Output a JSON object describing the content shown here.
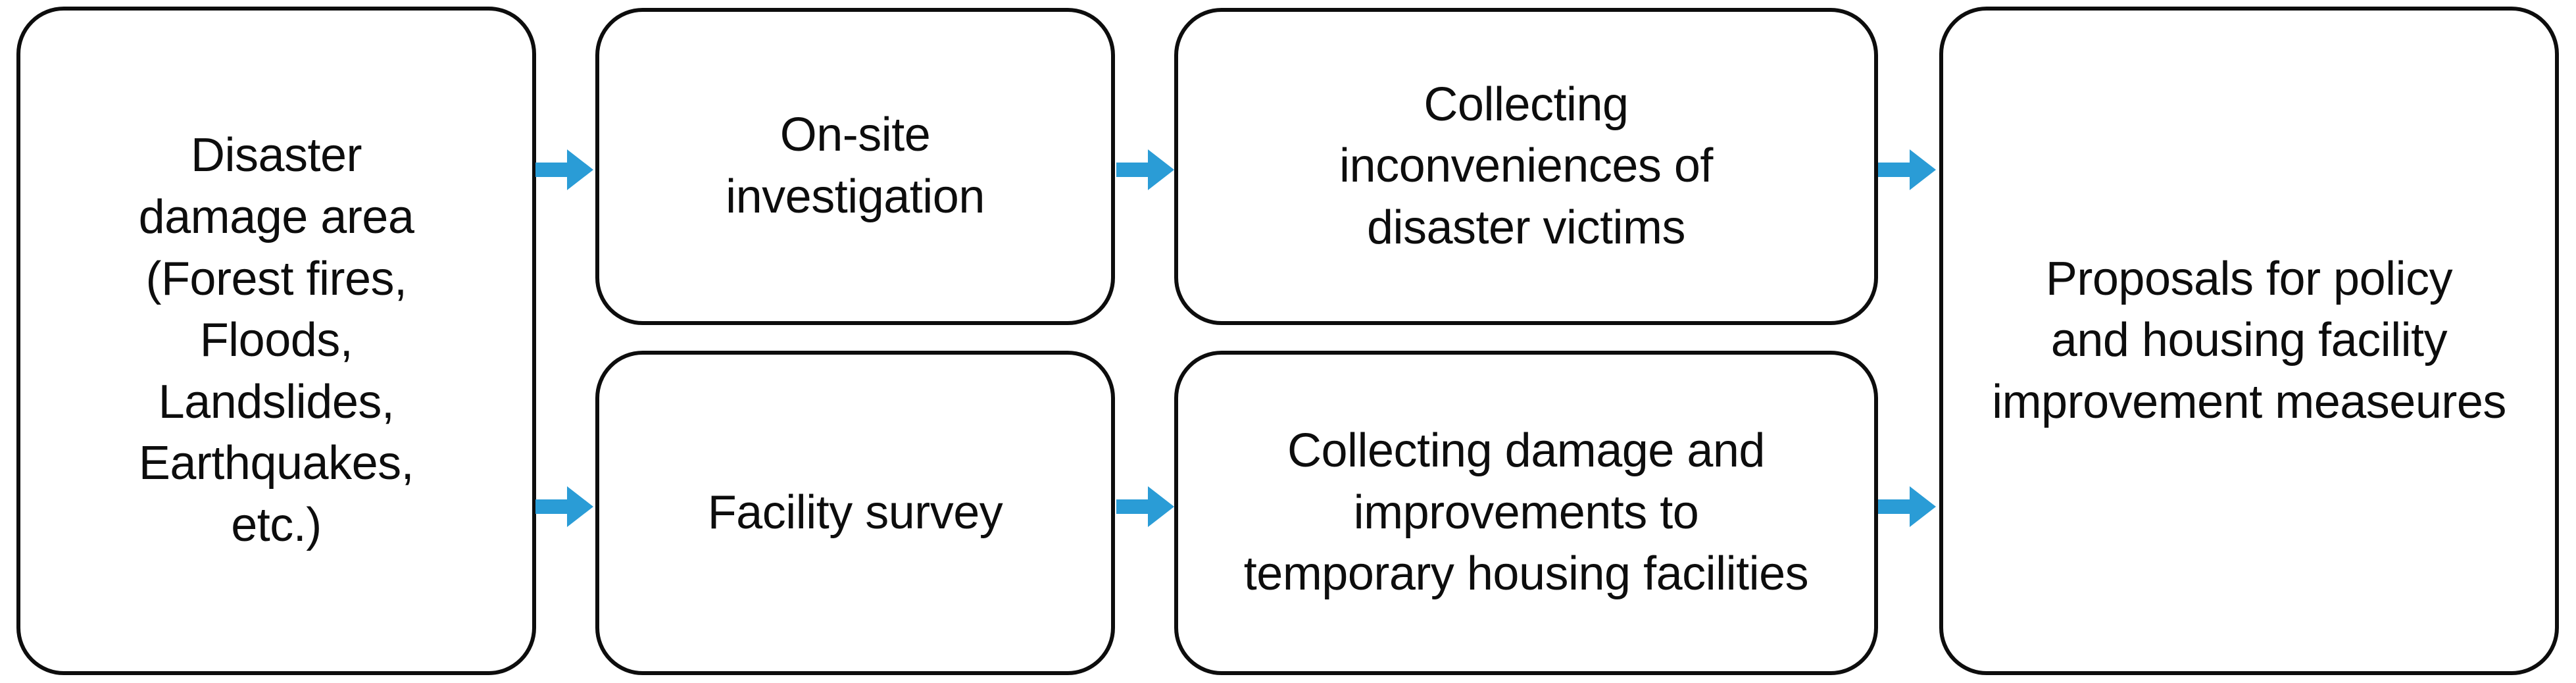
{
  "diagram": {
    "type": "flowchart",
    "orientation": "left-to-right",
    "background_color": "#ffffff",
    "box_border_color": "#0d0d0d",
    "box_fill_color": "#ffffff",
    "arrow_color": "#2a9cd6",
    "text_color": "#0d0d0d"
  },
  "boxes": [
    {
      "id": "disaster-area",
      "label": "Disaster\ndamage area\n(Forest fires,\nFloods,\nLandslides,\nEarthquakes,\netc.)",
      "column": 1,
      "row": "full"
    },
    {
      "id": "onsite-investigation",
      "label": "On-site\ninvestigation",
      "column": 2,
      "row": "top"
    },
    {
      "id": "collecting-inconveniences",
      "label": "Collecting\ninconveniences of\ndisaster victims",
      "column": 3,
      "row": "top"
    },
    {
      "id": "facility-survey",
      "label": "Facility survey",
      "column": 2,
      "row": "bottom"
    },
    {
      "id": "collecting-damage-improvements",
      "label": "Collecting damage and\nimprovements to\ntemporary housing facilities",
      "column": 3,
      "row": "bottom"
    },
    {
      "id": "proposals",
      "label": "Proposals for policy\nand housing facility\nimprovement measeures",
      "column": 4,
      "row": "full"
    }
  ],
  "arrows": [
    {
      "id": "arrow-1",
      "from": "disaster-area",
      "to": "onsite-investigation",
      "icon": "arrow-right-icon"
    },
    {
      "id": "arrow-2",
      "from": "onsite-investigation",
      "to": "collecting-inconveniences",
      "icon": "arrow-right-icon"
    },
    {
      "id": "arrow-3",
      "from": "collecting-inconveniences",
      "to": "proposals",
      "icon": "arrow-right-icon"
    },
    {
      "id": "arrow-4",
      "from": "disaster-area",
      "to": "facility-survey",
      "icon": "arrow-right-icon"
    },
    {
      "id": "arrow-5",
      "from": "facility-survey",
      "to": "collecting-damage-improvements",
      "icon": "arrow-right-icon"
    },
    {
      "id": "arrow-6",
      "from": "collecting-damage-improvements",
      "to": "proposals",
      "icon": "arrow-right-icon"
    }
  ]
}
